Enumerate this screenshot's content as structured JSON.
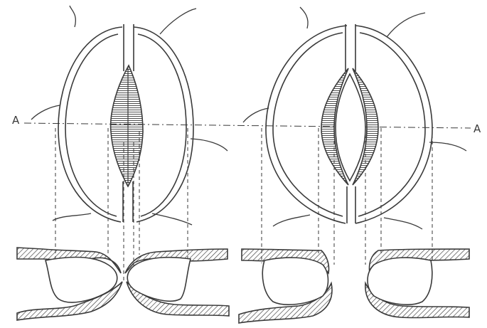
{
  "labels": {
    "section_left": "A",
    "section_right": "A"
  },
  "colors": {
    "ink": "#3a3a3a",
    "paper": "#ffffff"
  },
  "figure": {
    "panels": [
      "stoma-closed",
      "stoma-open"
    ]
  }
}
